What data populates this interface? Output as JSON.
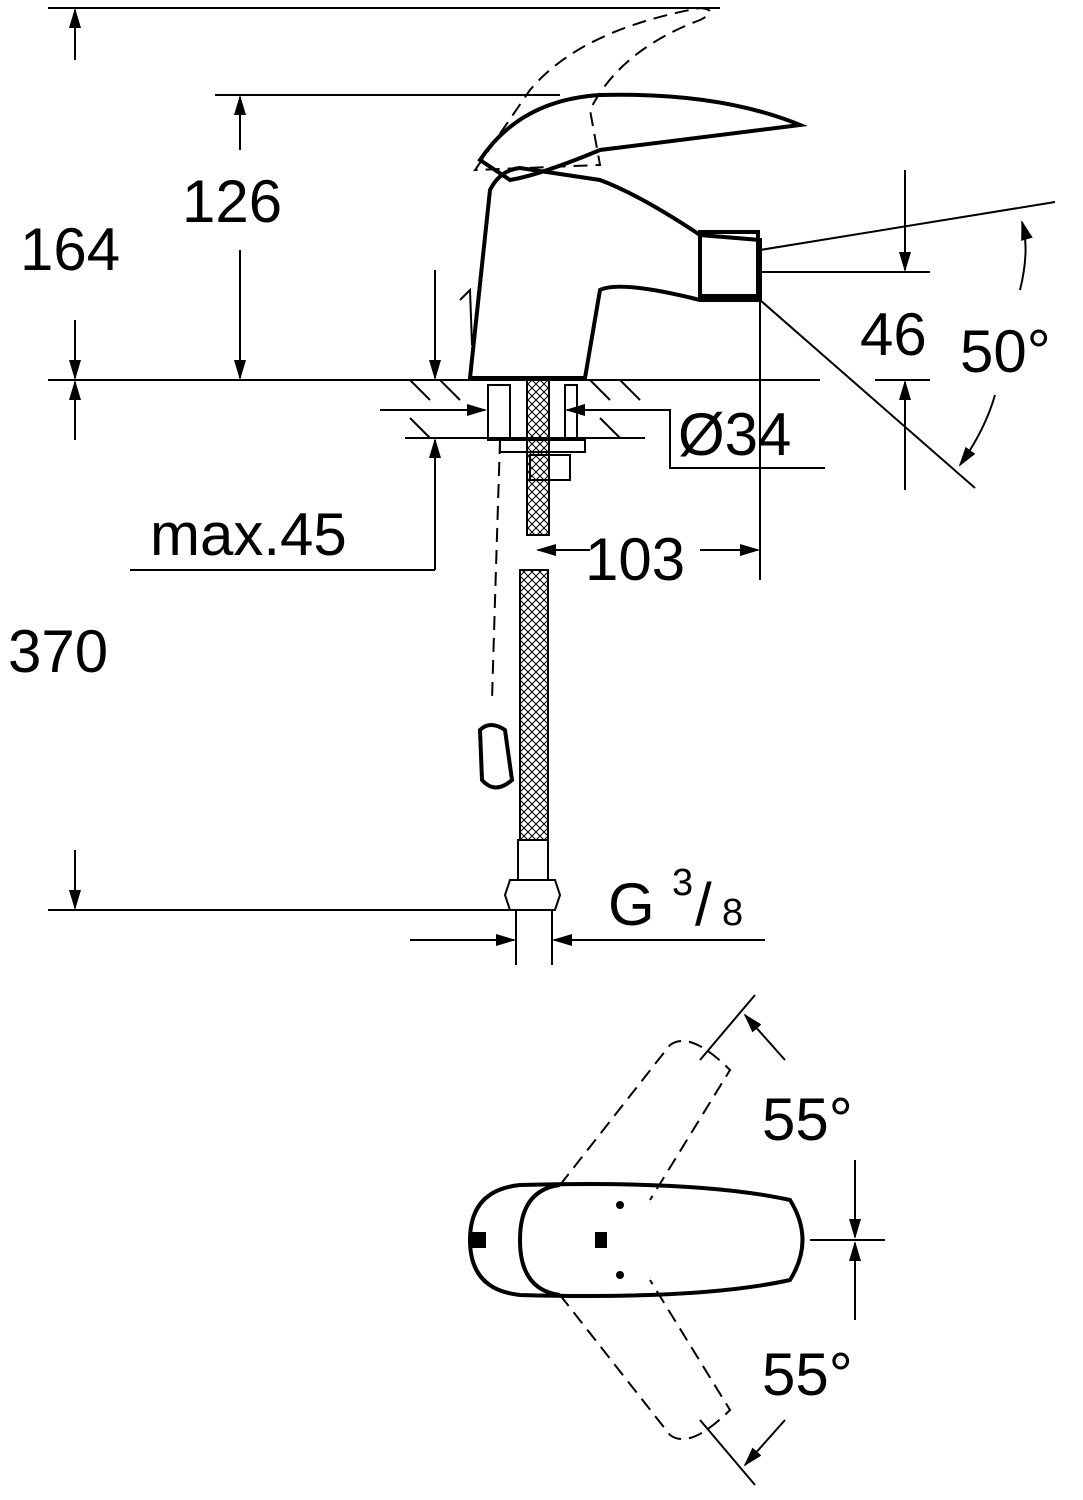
{
  "drawing": {
    "dimensions": {
      "total_height": "164",
      "handle_height": "126",
      "spout_height": "46",
      "spout_angle": "50°",
      "hole_diameter": "Ø34",
      "max_counter_thickness": "max.45",
      "spout_projection": "103",
      "hose_length": "370",
      "connection_thread_letter": "G",
      "connection_thread_num": "3",
      "connection_thread_den": "8",
      "lever_angle_top": "55°",
      "lever_angle_bottom": "55°"
    }
  }
}
